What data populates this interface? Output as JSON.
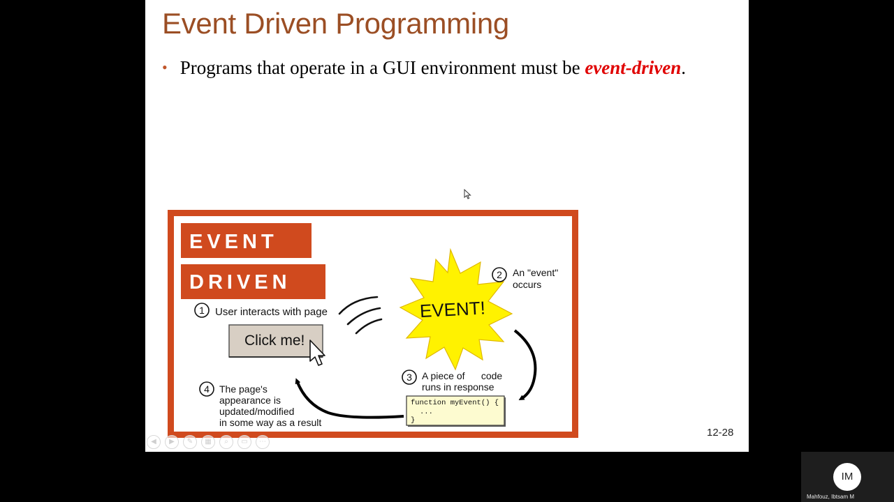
{
  "slide": {
    "title": "Event Driven Programming",
    "bullet_prefix": "Programs that operate in a GUI environment must be ",
    "bullet_emphasis": "event-driven",
    "bullet_suffix": ".",
    "slide_number": "12-28"
  },
  "figure": {
    "heading_line1": "EVENT",
    "heading_line2": "DRIVEN",
    "step1": "User interacts with page",
    "button_label": "Click me!",
    "burst_label": "EVENT!",
    "step2_line1": "An \"event\"",
    "step2_line2": "occurs",
    "step3_line1": "A piece of      code",
    "step3_line2": "runs in response",
    "code_line1": "function myEvent() {",
    "code_line2": "...",
    "code_line3": "}",
    "step4_line1": "The page's",
    "step4_line2": "appearance is",
    "step4_line3": "updated/modified",
    "step4_line4": "in some way as a result",
    "num1": "1",
    "num2": "2",
    "num3": "3",
    "num4": "4",
    "colors": {
      "frame": "#d04a1e",
      "burst": "#fff200",
      "button": "#d8cfc4",
      "code_bg": "#fdfbd0"
    }
  },
  "controls": [
    {
      "name": "previous-slide-icon",
      "glyph": "◀"
    },
    {
      "name": "next-slide-icon",
      "glyph": "▶"
    },
    {
      "name": "pen-icon",
      "glyph": "✎"
    },
    {
      "name": "slides-grid-icon",
      "glyph": "▦"
    },
    {
      "name": "zoom-icon",
      "glyph": "⌕"
    },
    {
      "name": "screen-icon",
      "glyph": "▭"
    },
    {
      "name": "more-options-icon",
      "glyph": "⋯"
    }
  ],
  "webcam": {
    "initials": "IM",
    "participant_name": "Mahfouz, Ibtsam M"
  }
}
